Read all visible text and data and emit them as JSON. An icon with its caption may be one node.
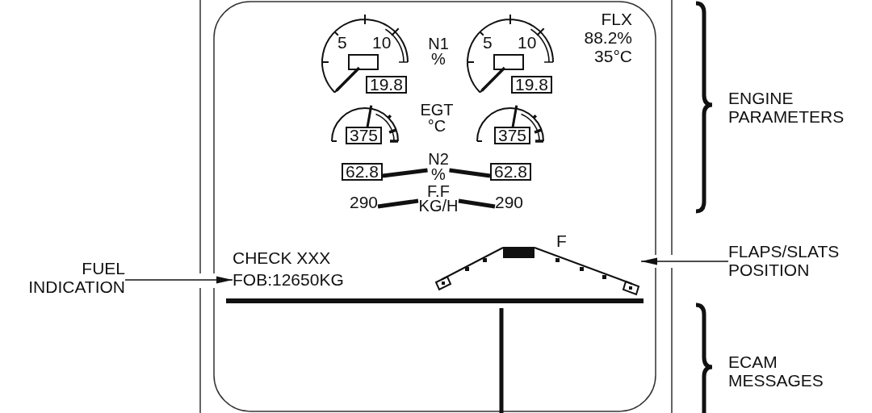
{
  "diagram": {
    "nodes": [
      {
        "text": [
          "19.8"
        ]
      },
      {
        "text": [
          "19.8"
        ]
      },
      {
        "text": [
          "375"
        ]
      },
      {
        "text": [
          "375"
        ]
      },
      {
        "text": [
          "62.8"
        ]
      },
      {
        "text": [
          "N2 %"
        ]
      },
      {
        "text": [
          "62.8"
        ]
      },
      {
        "text": [
          "290"
        ]
      },
      {
        "text": [
          "F.F KG/H"
        ]
      },
      {
        "text": [
          "290"
        ]
      },
      {
        "text": [],
        "shape": "picture",
        "beside": [
          "F"
        ]
      },
      {
        "text": [
          "FLAPS/SLATS POSITION"
        ]
      },
      {
        "text": [
          "FUEL INDICATION"
        ]
      },
      {
        "text": [
          "FOB:12650KG"
        ]
      }
    ],
    "edges": [
      {
        "from": 4,
        "to": 5,
        "arrow": "none"
      },
      {
        "from": 5,
        "to": 6,
        "arrow": "none"
      },
      {
        "from": 7,
        "to": 8,
        "arrow": "none"
      },
      {
        "from": 8,
        "to": 9,
        "arrow": "none"
      },
      {
        "from": 11,
        "to": 10,
        "arrow": "to"
      },
      {
        "from": 12,
        "to": 13,
        "arrow": "to"
      }
    ],
    "labels": [
      "5",
      "10",
      "N1 %",
      "5",
      "10",
      "FLX 88.2% 35°C",
      "ENGINE PARAMETERS",
      "EGT °C",
      "CHECK XXX",
      "ECAM MESSAGES"
    ]
  }
}
